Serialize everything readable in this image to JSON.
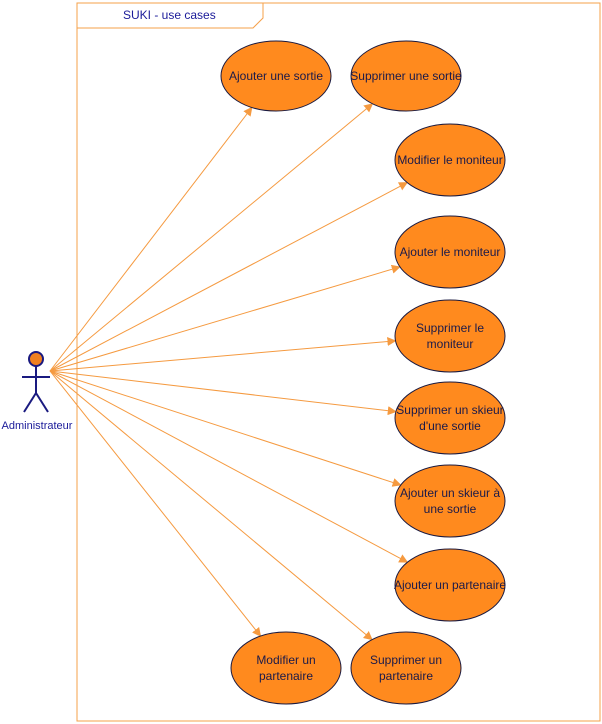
{
  "frame": {
    "title": "SUKI - use cases"
  },
  "actor": {
    "label": "Administrateur"
  },
  "colors": {
    "frame_border": "#f5a04a",
    "usecase_fill": "#ff8a1e",
    "usecase_stroke": "#1a1a40",
    "arrow": "#f59a40",
    "actor_stroke": "#1a1a80",
    "actor_head": "#f08020",
    "text": "#1a1a4a"
  },
  "usecases": [
    {
      "id": "ajouter-sortie",
      "lines": [
        "Ajouter une sortie"
      ]
    },
    {
      "id": "supprimer-sortie",
      "lines": [
        "Supprimer une sortie"
      ]
    },
    {
      "id": "modifier-moniteur",
      "lines": [
        "Modifier le moniteur"
      ]
    },
    {
      "id": "ajouter-moniteur",
      "lines": [
        "Ajouter le moniteur"
      ]
    },
    {
      "id": "supprimer-moniteur",
      "lines": [
        "Supprimer le",
        "moniteur"
      ]
    },
    {
      "id": "supprimer-skieur",
      "lines": [
        "Supprimer un skieur",
        "d'une sortie"
      ]
    },
    {
      "id": "ajouter-skieur",
      "lines": [
        "Ajouter un skieur à",
        "une sortie"
      ]
    },
    {
      "id": "ajouter-partenaire",
      "lines": [
        "Ajouter un partenaire"
      ]
    },
    {
      "id": "modifier-partenaire",
      "lines": [
        "Modifier un",
        "partenaire"
      ]
    },
    {
      "id": "supprimer-partenaire",
      "lines": [
        "Supprimer un",
        "partenaire"
      ]
    }
  ]
}
